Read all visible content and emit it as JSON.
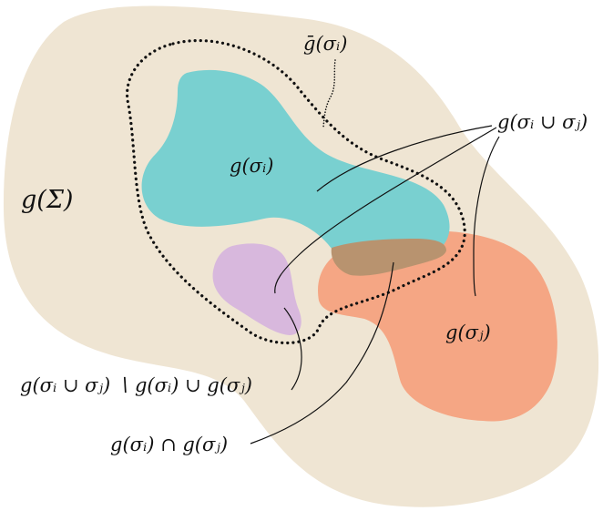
{
  "labels": {
    "g_sigma": "g(Σ)",
    "g_bar_sigma_i": "ḡ(σᵢ)",
    "g_sigma_i": "g(σᵢ)",
    "g_sigma_j": "g(σⱼ)",
    "g_union": "g(σᵢ ∪ σⱼ)",
    "g_union_minus": "g(σᵢ ∪ σⱼ) ∖ g(σᵢ) ∪ g(σⱼ)",
    "g_intersection": "g(σᵢ) ∩ g(σⱼ)"
  },
  "colors": {
    "universe": "#efe5d3",
    "region_i": "#79d0d0",
    "region_j": "#f5a684",
    "intersection": "#b8936f",
    "extra_region": "#d8b8dd",
    "outline": "#111111"
  }
}
